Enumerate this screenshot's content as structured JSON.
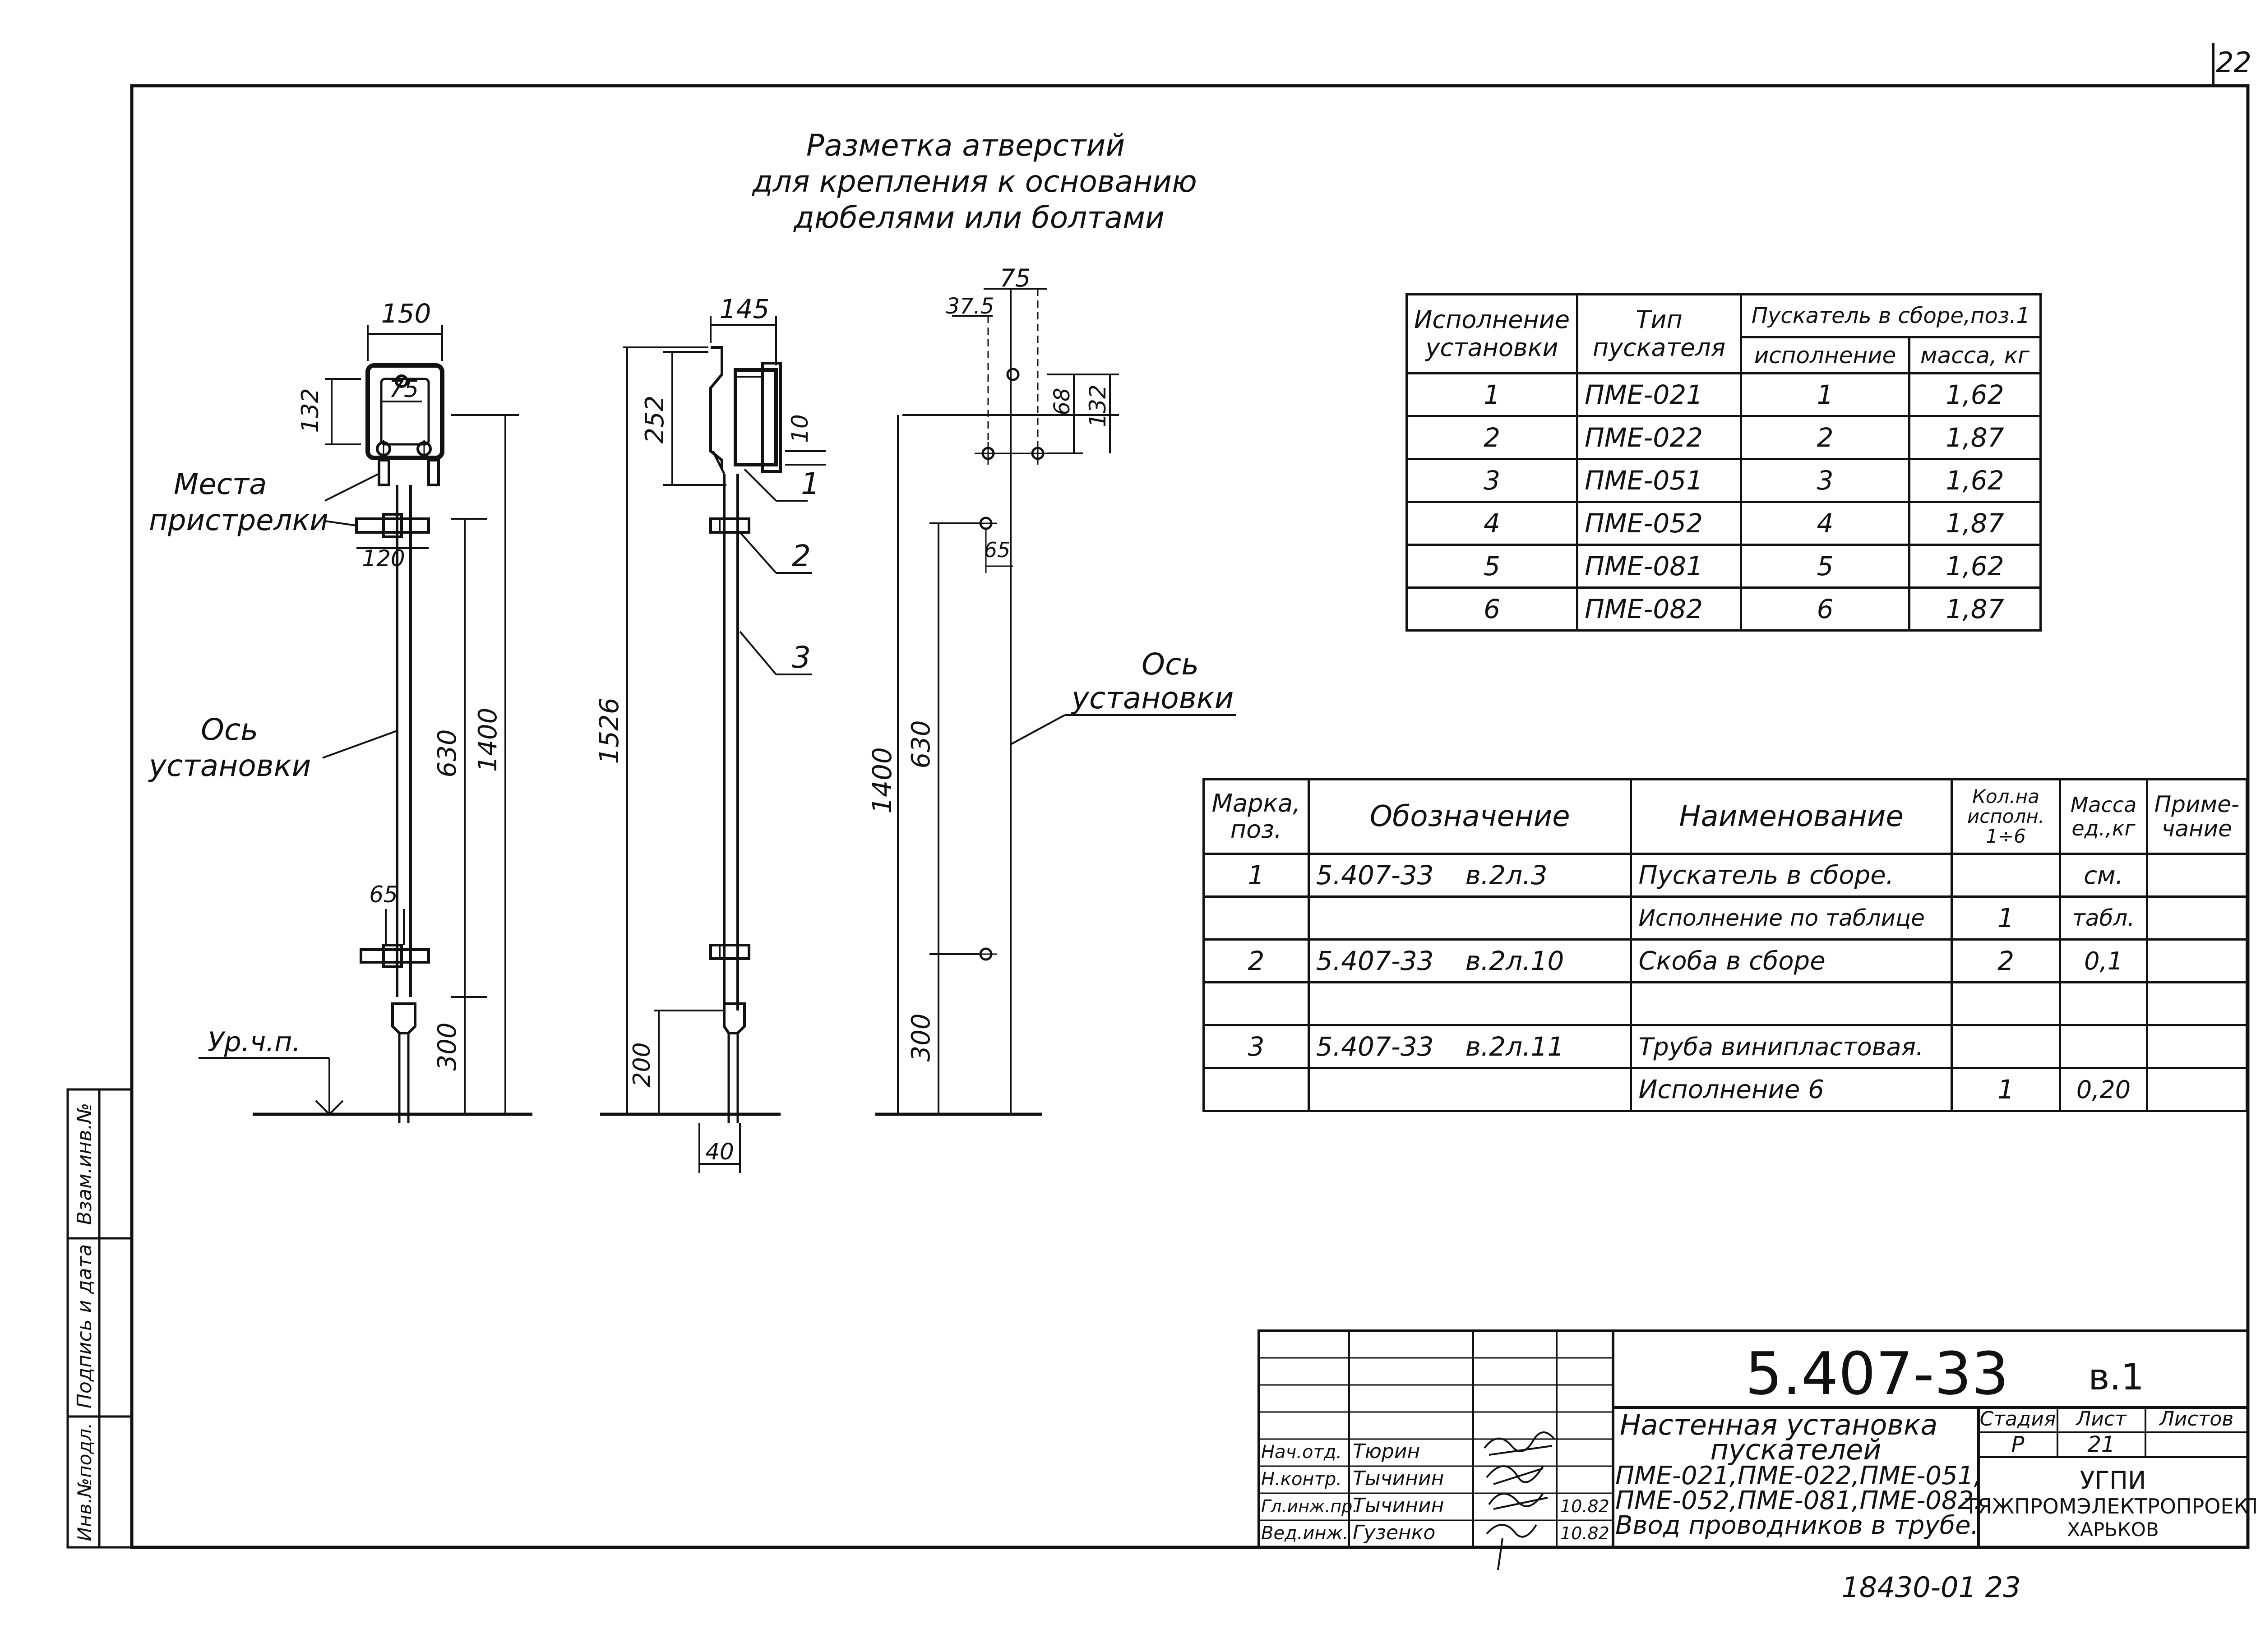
{
  "sheet": {
    "corner_number": "22",
    "footer_number": "18430-01   23"
  },
  "heading": {
    "line1": "Разметка атверстий",
    "line2": "для крепления к основанию",
    "line3": "дюбелями или болтами"
  },
  "views": {
    "left": {
      "dim_top": "150",
      "dim_inner": "75",
      "dim_side": "132",
      "label_mesta": "Места",
      "label_pristrelki": "пристрелки",
      "dim_bracket": "120",
      "dim_630": "630",
      "dim_1400": "1400",
      "axis_line1": "Ось",
      "axis_line2": "установки",
      "dim_65": "65",
      "dim_300": "300",
      "floor_label": "Ур.ч.п."
    },
    "middle": {
      "dim_top": "145",
      "dim_252": "252",
      "dim_10": "10",
      "dim_1526": "1526",
      "dim_200": "200",
      "dim_40": "40",
      "pos1": "1",
      "pos2": "2",
      "pos3": "3"
    },
    "right": {
      "dim_375": "37.5",
      "dim_75": "75",
      "dim_68": "68",
      "dim_132": "132",
      "dim_65": "65",
      "dim_1400": "1400",
      "dim_630": "630",
      "dim_300": "300",
      "axis_line1": "Ось",
      "axis_line2": "установки"
    }
  },
  "variants_table": {
    "h_ispolnenie": "Исполнение",
    "h_ustanovki": "установки",
    "h_tip": "Тип",
    "h_puskatelya": "пускателя",
    "h_group": "Пускатель в сборе,поз.1",
    "h_sub_isp": "исполнение",
    "h_sub_mass": "масса, кг",
    "rows": [
      {
        "inst": "1",
        "type": "ПМЕ-021",
        "isp": "1",
        "mass": "1,62"
      },
      {
        "inst": "2",
        "type": "ПМЕ-022",
        "isp": "2",
        "mass": "1,87"
      },
      {
        "inst": "3",
        "type": "ПМЕ-051",
        "isp": "3",
        "mass": "1,62"
      },
      {
        "inst": "4",
        "type": "ПМЕ-052",
        "isp": "4",
        "mass": "1,87"
      },
      {
        "inst": "5",
        "type": "ПМЕ-081",
        "isp": "5",
        "mass": "1,62"
      },
      {
        "inst": "6",
        "type": "ПМЕ-082",
        "isp": "6",
        "mass": "1,87"
      }
    ]
  },
  "spec_table": {
    "h_marka": "Марка, поз.",
    "h_oboz": "Обозначение",
    "h_naim": "Наименование",
    "h_kol": "Кол.на исполн. 1÷6",
    "h_massa": "Масса ед.,кг",
    "h_prim": "Приме- чание",
    "rows": [
      {
        "pos": "1",
        "doc": "5.407-33",
        "sheet": "в.2л.3",
        "name": "Пускатель в сборе.",
        "qty": "",
        "mass": "см.",
        "note": ""
      },
      {
        "pos": "",
        "doc": "",
        "sheet": "",
        "name": "Исполнение по таблице",
        "qty": "1",
        "mass": "табл.",
        "note": ""
      },
      {
        "pos": "2",
        "doc": "5.407-33",
        "sheet": "в.2л.10",
        "name": "Скоба в сборе",
        "qty": "2",
        "mass": "0,1",
        "note": ""
      },
      {
        "pos": "",
        "doc": "",
        "sheet": "",
        "name": "",
        "qty": "",
        "mass": "",
        "note": ""
      },
      {
        "pos": "3",
        "doc": "5.407-33",
        "sheet": "в.2л.11",
        "name": "Труба винипластовая.",
        "qty": "",
        "mass": "",
        "note": ""
      },
      {
        "pos": "",
        "doc": "",
        "sheet": "",
        "name": "Исполнение 6",
        "qty": "1",
        "mass": "0,20",
        "note": ""
      }
    ]
  },
  "side_stamp": {
    "f1": "Взам.инв.№",
    "f2": "Подпись и дата",
    "f3": "Инв.№подл."
  },
  "title_block": {
    "code": "5.407-33",
    "code_suffix": "в.1",
    "title1": "Настенная установка",
    "title2": "пускателей",
    "title3": "ПМЕ-021,ПМЕ-022,ПМЕ-051,",
    "title4": "ПМЕ-052,ПМЕ-081,ПМЕ-082.",
    "title5": "Ввод проводников в трубе.",
    "h_stage": "Стадия",
    "h_sheet": "Лист",
    "h_sheets": "Листов",
    "stage": "Р",
    "sheet": "21",
    "sheets": "",
    "org1": "УГПИ",
    "org2": "ТЯЖПРОМЭЛЕКТРОПРОЕКТ",
    "org3": "ХАРЬКОВ",
    "staff": [
      {
        "role": "Нач.отд.",
        "name": "Тюрин",
        "date": ""
      },
      {
        "role": "Н.контр.",
        "name": "Тычинин",
        "date": ""
      },
      {
        "role": "Гл.инж.пр.",
        "name": "Тычинин",
        "date": "10.82"
      },
      {
        "role": "Вед.инж.",
        "name": "Гузенко",
        "date": "10.82"
      }
    ]
  }
}
